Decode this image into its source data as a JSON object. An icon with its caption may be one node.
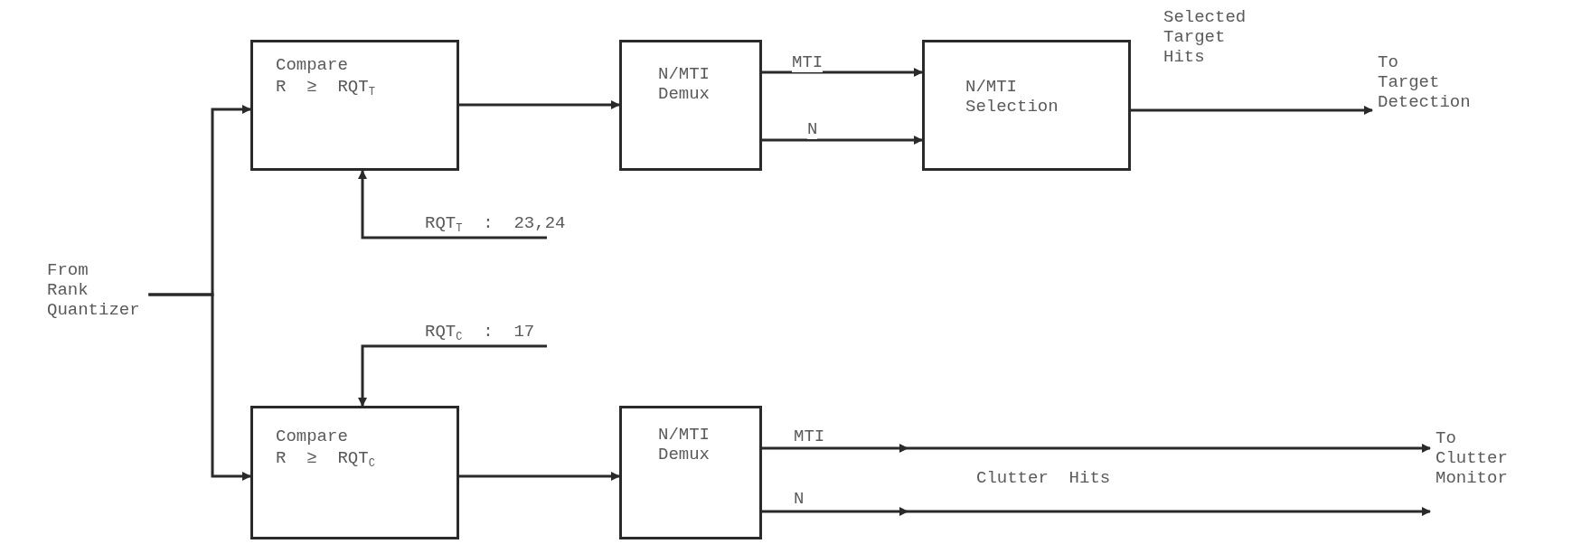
{
  "diagram": {
    "nodes": [
      {
        "text": [
          "From Rank Quantizer"
        ]
      },
      {
        "text": [
          "Compare",
          "R ≥ RQT$_{T}$"
        ]
      },
      {
        "text": [
          "N/MTI Demux"
        ]
      },
      {
        "text": [
          "N/MTI Selection"
        ]
      },
      {
        "text": [
          "To Target Detection"
        ]
      },
      {
        "text": [
          "Compare",
          "R ≥ RQT$_{C}$"
        ]
      },
      {
        "text": [
          "N/MTI Demux"
        ]
      },
      {
        "text": [
          "To Clutter Monitor"
        ]
      }
    ],
    "edges": [
      {
        "from": 0,
        "to": 1,
        "arrow": "to"
      },
      {
        "from": 0,
        "to": 5,
        "arrow": "to"
      },
      {
        "from": 1,
        "to": 2,
        "arrow": "to"
      },
      {
        "from": 2,
        "to": 3,
        "arrow": "to",
        "label": "MTI"
      },
      {
        "from": 2,
        "to": 3,
        "arrow": "to",
        "label": "N"
      },
      {
        "from": 3,
        "to": 4,
        "arrow": "to",
        "label": "Selected Target Hits"
      },
      {
        "from": null,
        "to": 1,
        "arrow": "to",
        "label": "RQT$_{T}$ : 23,24"
      },
      {
        "from": 5,
        "to": 6,
        "arrow": "to"
      },
      {
        "from": null,
        "to": 5,
        "arrow": "to",
        "label": "RQT$_{C}$ : 17"
      },
      {
        "from": 6,
        "to": 7,
        "arrow": "to",
        "label": "MTI"
      },
      {
        "from": 6,
        "to": 7,
        "arrow": "to",
        "label": "N"
      }
    ],
    "labels": [
      "Clutter Hits"
    ]
  }
}
